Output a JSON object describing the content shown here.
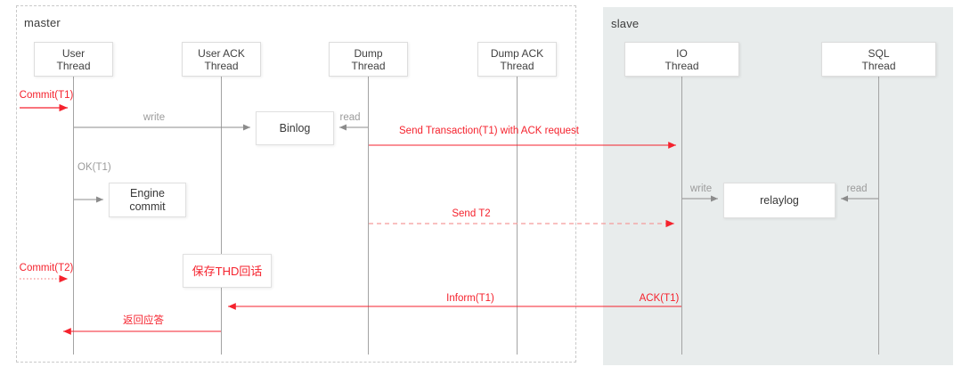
{
  "colors": {
    "accent_red": "#f5222d",
    "dashed_red": "#f59a9a",
    "muted_gray": "#9b9b9b",
    "line_gray": "#8c8c8c",
    "lifeline_gray": "#a3a3a3",
    "slave_bg": "#e8ecec",
    "box_border": "#dddddd"
  },
  "master": {
    "label": "master",
    "threads": {
      "user": {
        "line1": "User",
        "line2": "Thread"
      },
      "user_ack": {
        "line1": "User ACK",
        "line2": "Thread"
      },
      "dump": {
        "line1": "Dump",
        "line2": "Thread"
      },
      "dump_ack": {
        "line1": "Dump ACK",
        "line2": "Thread"
      }
    },
    "nodes": {
      "binlog": "Binlog",
      "engine_commit": {
        "line1": "Engine",
        "line2": "commit"
      },
      "save_thd": "保存THD回话"
    }
  },
  "slave": {
    "label": "slave",
    "threads": {
      "io": {
        "line1": "IO",
        "line2": "Thread"
      },
      "sql": {
        "line1": "SQL",
        "line2": "Thread"
      }
    },
    "nodes": {
      "relaylog": "relaylog"
    }
  },
  "messages": {
    "commit_t1": "Commit(T1)",
    "write_binlog": "write",
    "read_binlog": "read",
    "send_tx": "Send Transaction(T1) with ACK request",
    "ok_t1": "OK(T1)",
    "write_relay": "write",
    "read_relay": "read",
    "send_t2": "Send T2",
    "commit_t2": "Commit(T2)",
    "inform_t1": "Inform(T1)",
    "ack_t1": "ACK(T1)",
    "reply": "返回应答"
  }
}
